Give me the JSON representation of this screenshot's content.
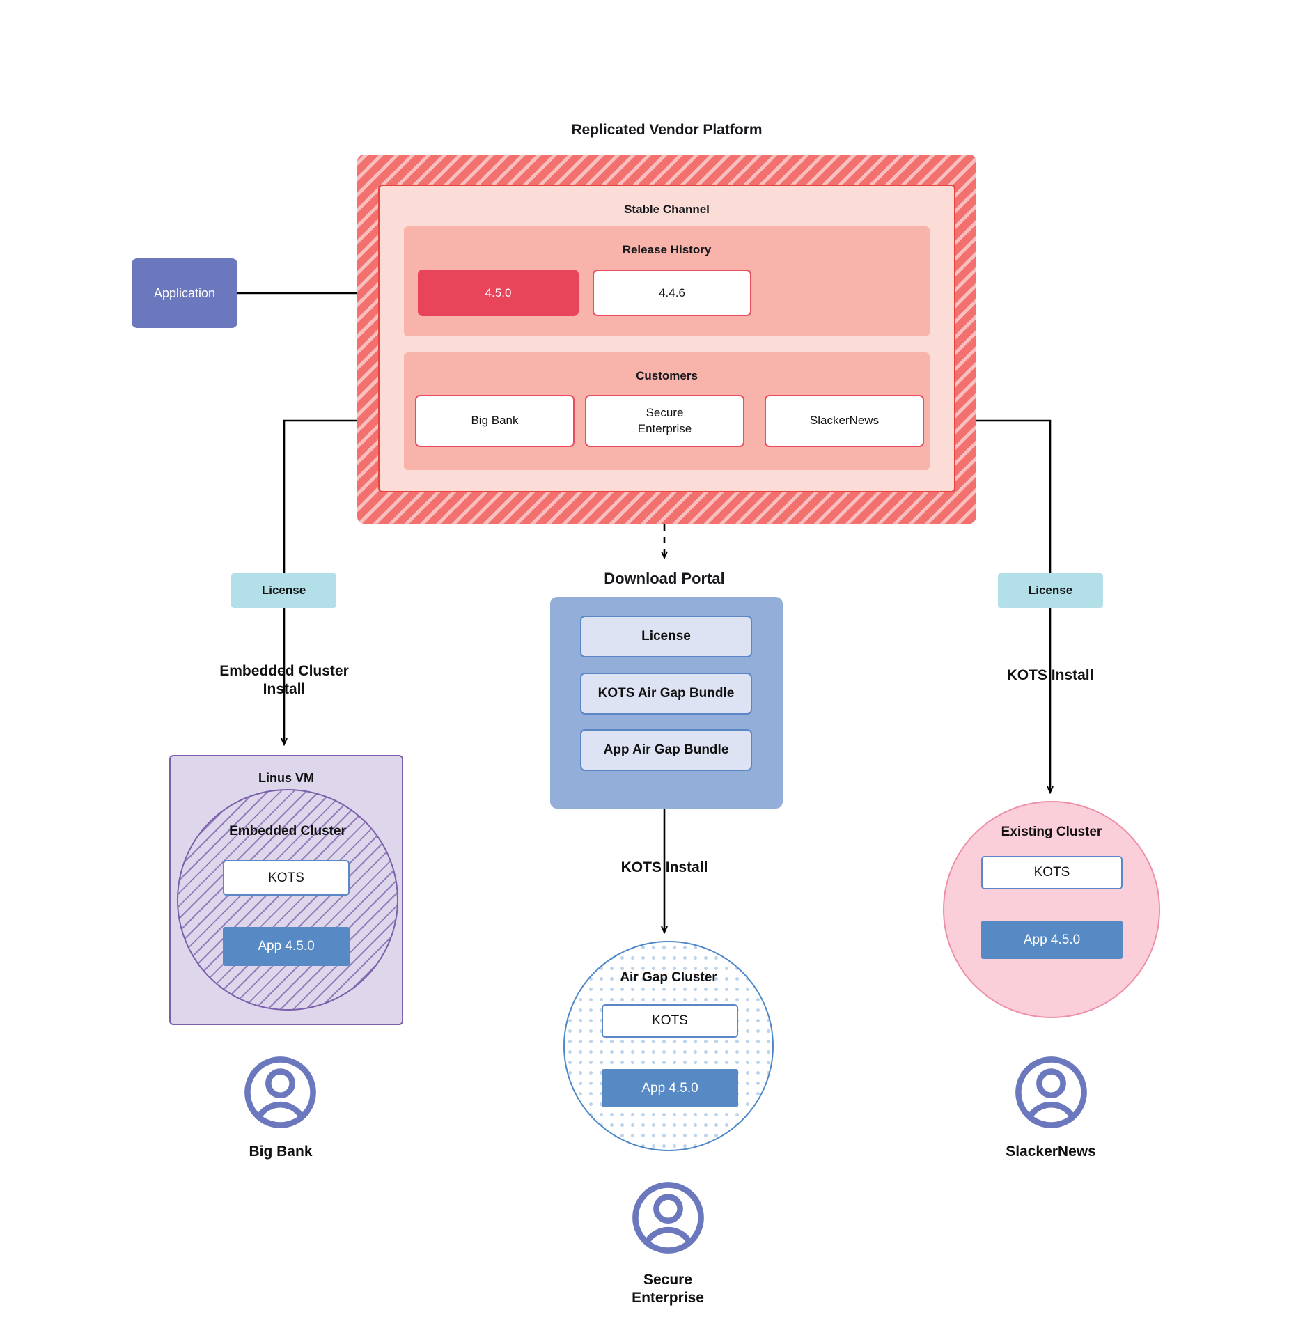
{
  "diagram": {
    "title": "Replicated Vendor Platform",
    "application": {
      "label": "Application"
    },
    "vendor_platform": {
      "channel": {
        "title": "Stable Channel"
      },
      "release_history": {
        "title": "Release History",
        "releases": [
          {
            "version": "4.5.0",
            "state": "current"
          },
          {
            "version": "4.4.6",
            "state": "previous"
          }
        ]
      },
      "customers": {
        "title": "Customers",
        "items": [
          {
            "name": "Big Bank"
          },
          {
            "name": "Secure\nEnterprise",
            "line1": "Secure",
            "line2": "Enterprise"
          },
          {
            "name": "SlackerNews"
          }
        ]
      }
    },
    "download_portal": {
      "title": "Download  Portal",
      "items": [
        {
          "label": "License"
        },
        {
          "label": "KOTS Air Gap Bundle"
        },
        {
          "label": "App Air Gap Bundle"
        }
      ]
    },
    "branches": {
      "left": {
        "license_label": "License",
        "install_label_line1": "Embedded Cluster",
        "install_label_line2": "Install",
        "vm_title": "Linus VM",
        "cluster_title": "Embedded Cluster",
        "kots_label": "KOTS",
        "app_label": "App 4.5.0",
        "customer_label": "Big Bank"
      },
      "center": {
        "install_label": "KOTS Install",
        "cluster_title": "Air Gap Cluster",
        "kots_label": "KOTS",
        "app_label": "App 4.5.0",
        "customer_label_line1": "Secure",
        "customer_label_line2": "Enterprise"
      },
      "right": {
        "license_label": "License",
        "install_label": "KOTS Install",
        "cluster_title": "Existing Cluster",
        "kots_label": "KOTS",
        "app_label": "App 4.5.0",
        "customer_label": "SlackerNews"
      }
    },
    "colors": {
      "platform_hatch": "#f2706e",
      "channel_bg": "#fbdcd7",
      "group_bg": "#f8b3aa",
      "release_current": "#e8455a",
      "application": "#6b78bd",
      "license": "#b2dfe8",
      "portal": "#93aed9",
      "portal_item": "#dde3f3",
      "app_version": "#5789c4",
      "vm": "#ded7ec",
      "vm_border": "#7a5fab",
      "airgap_border": "#4e87c7",
      "existing_cluster": "#fbcfda",
      "existing_cluster_border": "#ef8fa7",
      "person": "#6b78bd"
    }
  }
}
